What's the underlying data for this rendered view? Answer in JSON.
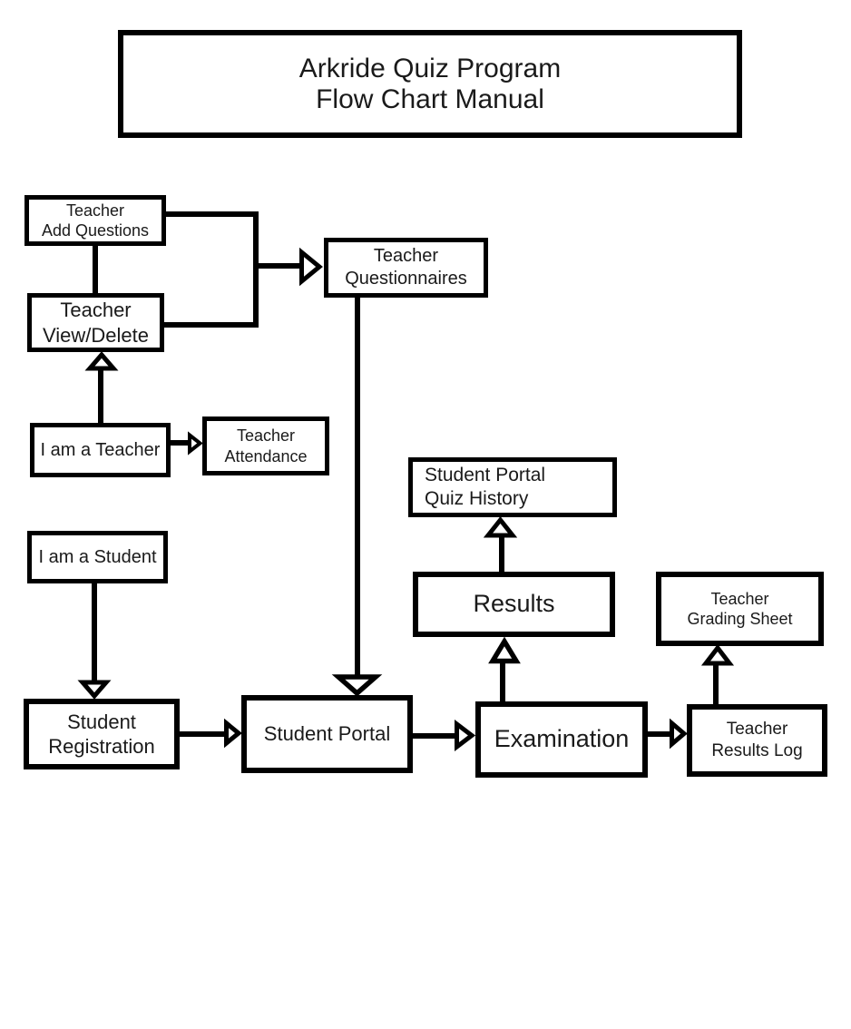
{
  "title": {
    "line1": "Arkride Quiz Program",
    "line2": "Flow Chart Manual"
  },
  "nodes": {
    "teacher_add_questions": {
      "line1": "Teacher",
      "line2": "Add Questions"
    },
    "teacher_view_delete": {
      "line1": "Teacher",
      "line2": "View/Delete"
    },
    "i_am_teacher": {
      "label": "I am a Teacher"
    },
    "teacher_attendance": {
      "line1": "Teacher",
      "line2": "Attendance"
    },
    "i_am_student": {
      "label": "I am a Student"
    },
    "teacher_questionnaires": {
      "line1": "Teacher",
      "line2": "Questionnaires"
    },
    "student_portal_quiz_history": {
      "line1": "Student Portal",
      "line2": "Quiz History"
    },
    "results": {
      "label": "Results"
    },
    "teacher_grading_sheet": {
      "line1": "Teacher",
      "line2": "Grading Sheet"
    },
    "student_registration": {
      "line1": "Student",
      "line2": "Registration"
    },
    "student_portal": {
      "label": "Student Portal"
    },
    "examination": {
      "label": "Examination"
    },
    "teacher_results_log": {
      "line1": "Teacher",
      "line2": "Results Log"
    }
  },
  "edges": [
    {
      "from": "Teacher Add Questions",
      "to": "Teacher View/Delete",
      "arrow": "none"
    },
    {
      "from": "Teacher Add Questions + Teacher View/Delete",
      "to": "Teacher Questionnaires",
      "arrow": "open-right"
    },
    {
      "from": "I am a Teacher",
      "to": "Teacher View/Delete",
      "arrow": "open-up"
    },
    {
      "from": "I am a Teacher",
      "to": "Teacher Attendance",
      "arrow": "open-right"
    },
    {
      "from": "Teacher Questionnaires",
      "to": "Student Portal",
      "arrow": "open-down"
    },
    {
      "from": "I am a Student",
      "to": "Student Registration",
      "arrow": "open-down"
    },
    {
      "from": "Student Registration",
      "to": "Student Portal",
      "arrow": "open-right"
    },
    {
      "from": "Student Portal",
      "to": "Examination",
      "arrow": "open-right"
    },
    {
      "from": "Examination",
      "to": "Results",
      "arrow": "open-up"
    },
    {
      "from": "Results",
      "to": "Student Portal Quiz History",
      "arrow": "open-up"
    },
    {
      "from": "Examination",
      "to": "Teacher Results Log",
      "arrow": "open-right"
    },
    {
      "from": "Teacher Results Log",
      "to": "Teacher Grading Sheet",
      "arrow": "open-up"
    }
  ],
  "colors": {
    "background": "#ffffff",
    "box_fill": "#ffffff",
    "box_border": "#000000",
    "line": "#000000",
    "text": "#1a1a1a"
  }
}
